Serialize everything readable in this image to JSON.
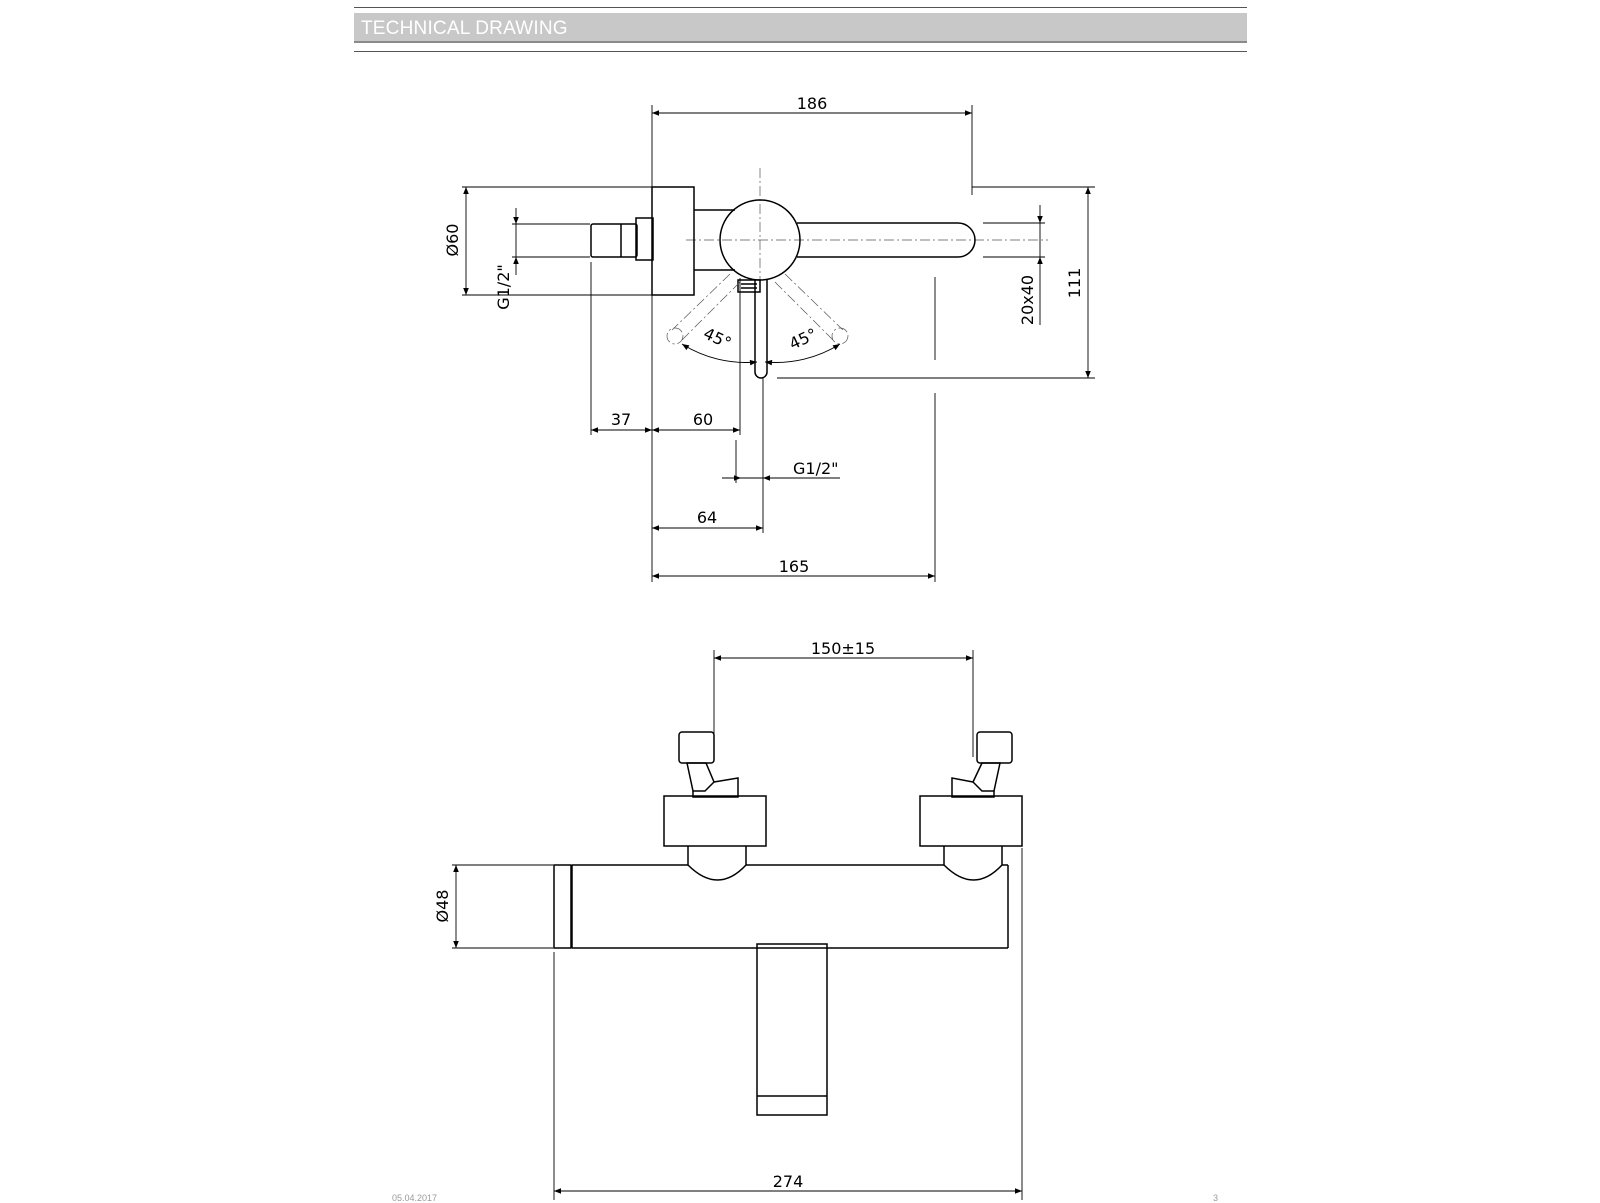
{
  "header": {
    "title": "TECHNICAL DRAWING"
  },
  "side_view": {
    "dims": {
      "d186": "186",
      "d111": "111",
      "d20x40": "20x40",
      "d60_dia": "Ø60",
      "g12_left": "G1/2\"",
      "ang_left": "45°",
      "ang_right": "45°",
      "d37": "37",
      "d60": "60",
      "g12_bottom": "G1/2\"",
      "d64": "64",
      "d165": "165"
    }
  },
  "front_view": {
    "dims": {
      "d150": "150±15",
      "d48_dia": "Ø48",
      "d274": "274"
    }
  },
  "footer": {
    "date": "05.04.2017",
    "page": "3"
  }
}
